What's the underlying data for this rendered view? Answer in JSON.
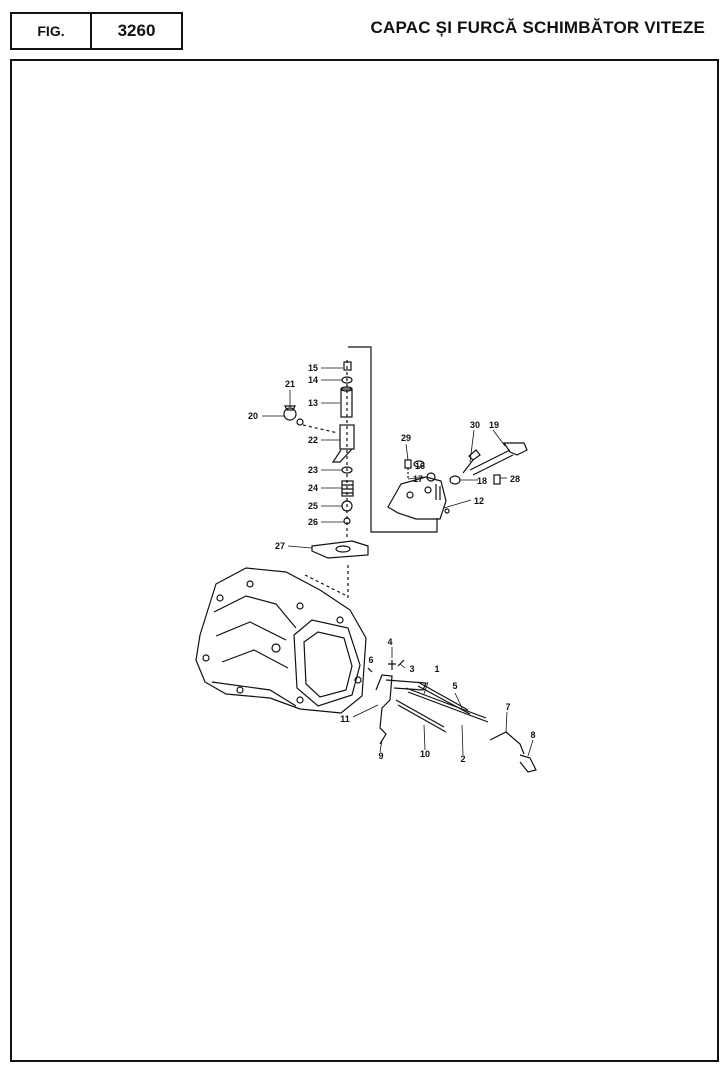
{
  "header": {
    "fig_label": "FIG.",
    "fig_number": "3260",
    "title": "CAPAC ȘI FURCĂ SCHIMBĂTOR VITEZE"
  },
  "diagram": {
    "callouts": [
      "1",
      "2",
      "3",
      "4",
      "5",
      "6",
      "7",
      "8",
      "9",
      "10",
      "11",
      "12",
      "13",
      "14",
      "15",
      "16",
      "17",
      "18",
      "19",
      "20",
      "21",
      "22",
      "23",
      "24",
      "25",
      "26",
      "27",
      "28",
      "29",
      "30"
    ]
  }
}
